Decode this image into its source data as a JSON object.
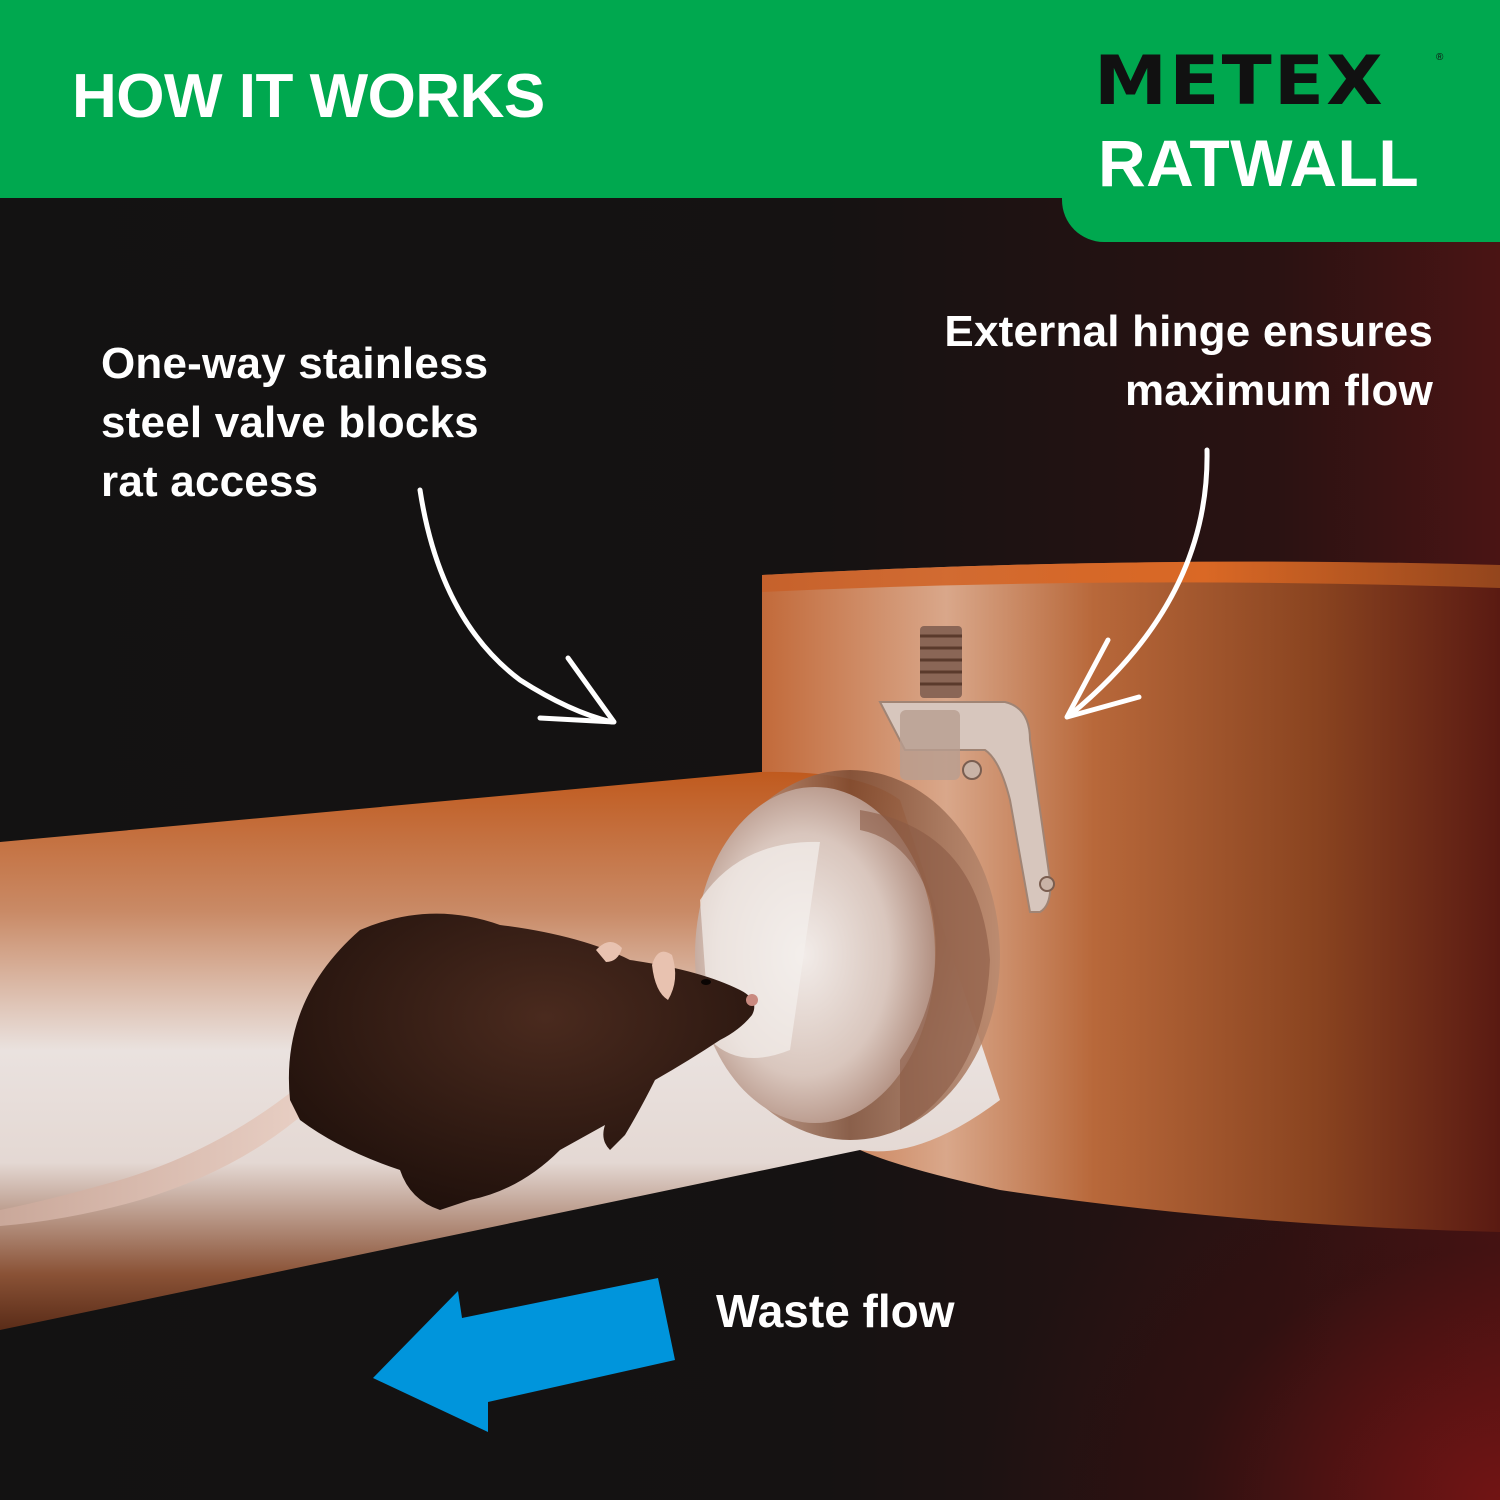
{
  "header": {
    "title": "HOW IT WORKS"
  },
  "brand": {
    "logo_text": "METEX",
    "registered_mark": "®",
    "product_name": "RATWALL"
  },
  "callouts": {
    "valve": {
      "lines": [
        "One-way stainless",
        "steel valve blocks",
        "rat access"
      ]
    },
    "hinge": {
      "lines": [
        "External hinge ensures",
        "maximum flow"
      ]
    },
    "flow": {
      "label": "Waste flow",
      "arrow_direction": "left"
    }
  },
  "illustration": {
    "subject": "rat-in-pipe-facing-valve",
    "icons": [
      "curved-arrow-icon",
      "flow-arrow-icon"
    ]
  },
  "colors": {
    "brand_green": "#00a84f",
    "background": "#121212",
    "pipe_orange": "#c0561d",
    "flow_arrow_blue": "#0095dc",
    "text_white": "#ffffff",
    "logo_black": "#111111"
  }
}
